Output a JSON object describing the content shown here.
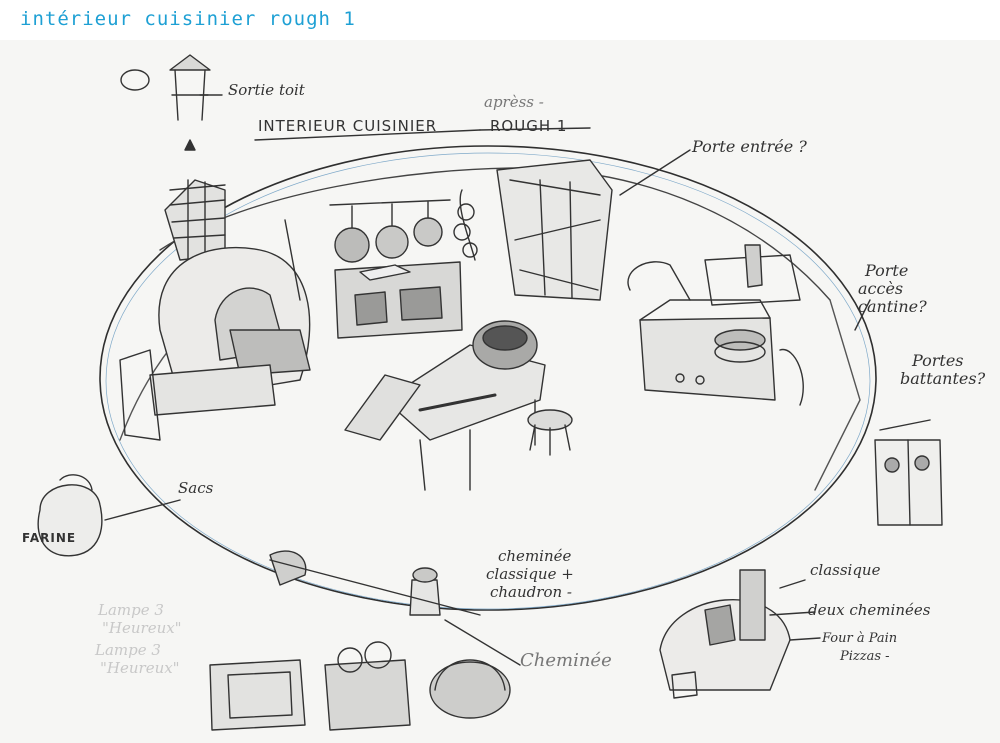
{
  "title": "intérieur cuisinier rough 1",
  "sketch": {
    "heading": "INTERIEUR CUISINIER",
    "heading_rough": "ROUGH 1",
    "heading_above": "aprèss -",
    "sortie_toit": "Sortie toit",
    "porte_entree": "Porte entrée ?",
    "porte_acces_1": "Porte",
    "porte_acces_2": "accès",
    "porte_acces_3": "cantine?",
    "portes_battantes_1": "Portes",
    "portes_battantes_2": "battantes?",
    "sacs": "Sacs",
    "farine": "FARINE",
    "cheminee_classique_1": "cheminée",
    "cheminee_classique_2": "classique +",
    "cheminee_classique_3": "chaudron -",
    "cheminee": "Cheminée",
    "classique": "classique",
    "deux_cheminees": "deux cheminées",
    "four_1": "Four à Pain",
    "four_2": "Pizzas -",
    "faint_1": "Lampe 3",
    "faint_2": "\"Heureux\"",
    "faint_3": "Lampe 3",
    "faint_4": "\"Heureux\""
  }
}
